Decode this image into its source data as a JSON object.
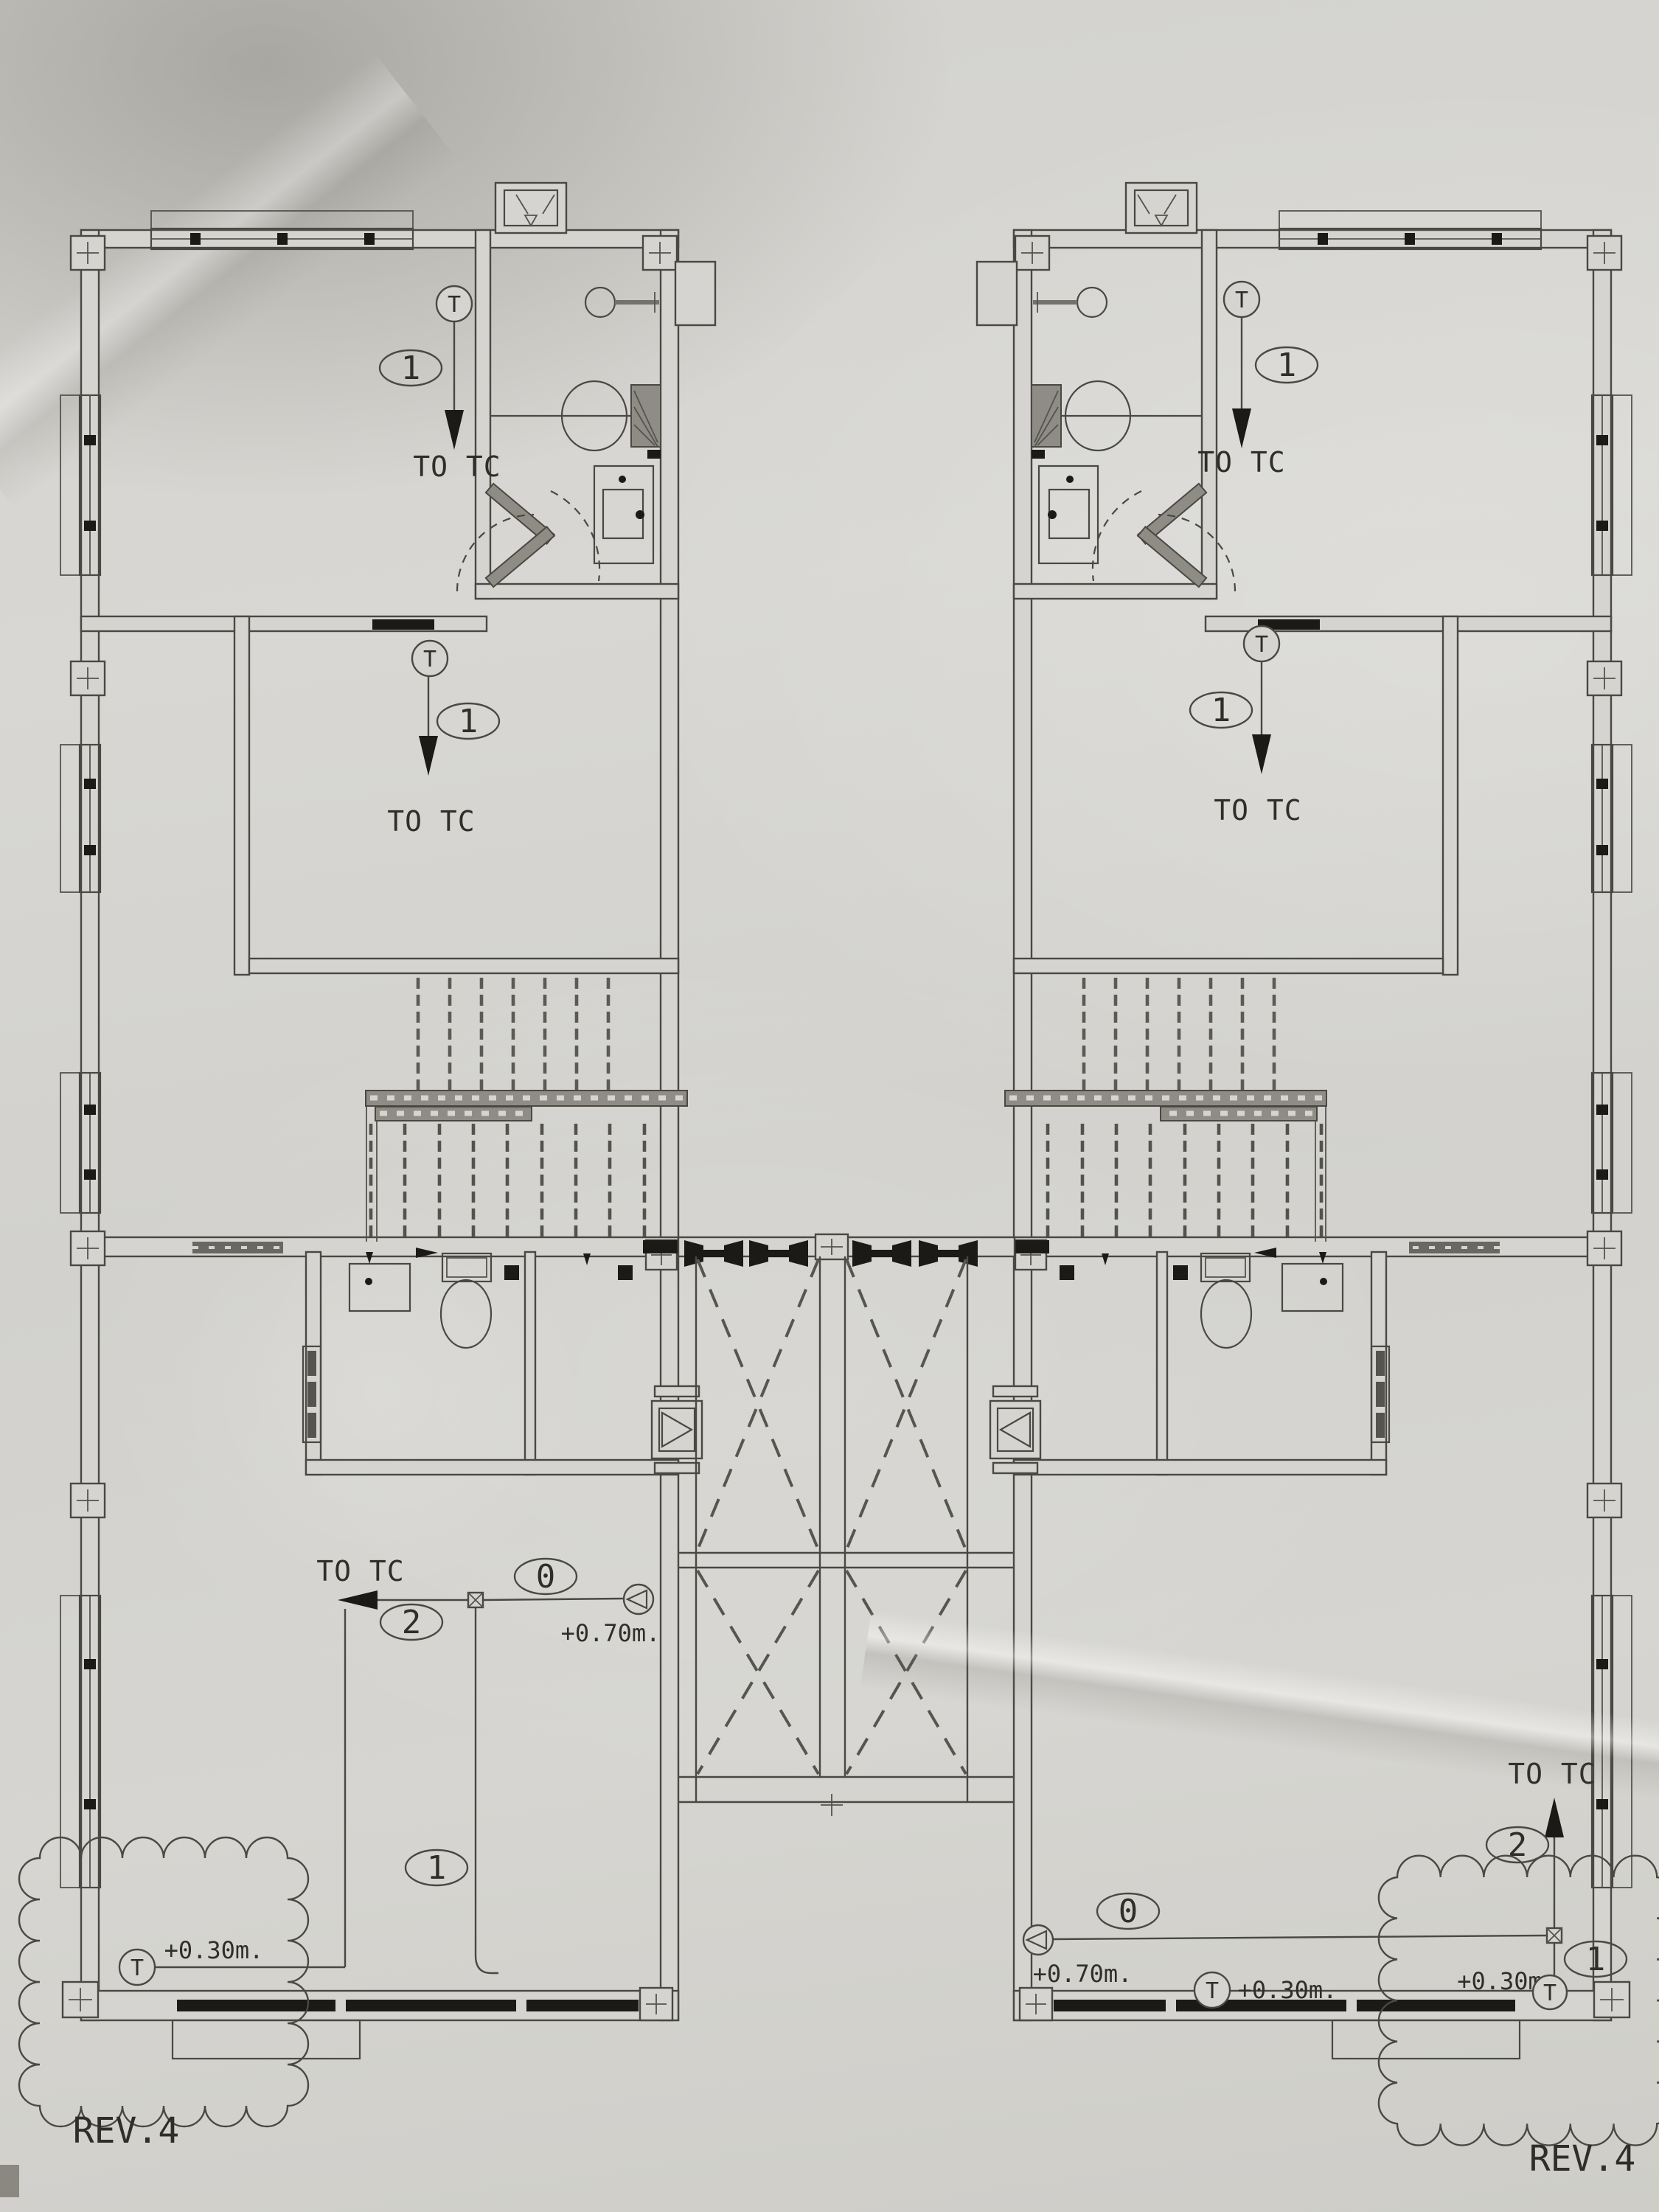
{
  "page": {
    "paper_color": "#d5d4d0",
    "ink_color": "#3f3e39",
    "annotation_ink": "#2f2e29"
  },
  "plan": {
    "to_tc_labels": [
      {
        "text": "TO TC"
      },
      {
        "text": "TO TC"
      },
      {
        "text": "TO TC"
      },
      {
        "text": "TO TC"
      },
      {
        "text": "TO TC"
      },
      {
        "text": "TO TC"
      }
    ],
    "t_markers": [
      {
        "text": "T"
      },
      {
        "text": "T"
      },
      {
        "text": "T"
      },
      {
        "text": "T"
      },
      {
        "text": "T"
      },
      {
        "text": "T"
      },
      {
        "text": "T"
      }
    ],
    "number_tags": [
      {
        "text": "1"
      },
      {
        "text": "1"
      },
      {
        "text": "1"
      },
      {
        "text": "1"
      },
      {
        "text": "1"
      },
      {
        "text": "1"
      },
      {
        "text": "2"
      },
      {
        "text": "2"
      },
      {
        "text": "0"
      },
      {
        "text": "0"
      }
    ],
    "level_labels": [
      {
        "text": "+0.70m."
      },
      {
        "text": "+0.70m."
      },
      {
        "text": "+0.30m."
      },
      {
        "text": "+0.30m."
      },
      {
        "text": "+0.30m"
      }
    ],
    "revision_labels": [
      {
        "text": "REV.4"
      },
      {
        "text": "REV.4"
      }
    ]
  }
}
